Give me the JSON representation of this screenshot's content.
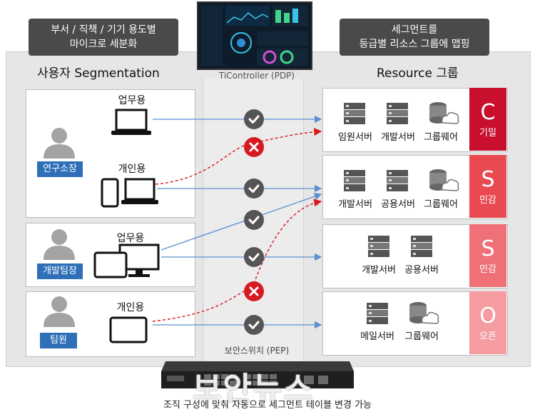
{
  "callouts": {
    "left": [
      "부서 / 직책 / 기기 용도별",
      "마이크로 세분화"
    ],
    "right": [
      "세그먼트를",
      "등급별 리소스 그룹에 맵핑"
    ]
  },
  "titles": {
    "left": "사용자 Segmentation",
    "right": "Resource 그룹",
    "pdp": "TiController (PDP)",
    "pep": "보안스위치 (PEP)"
  },
  "users": [
    {
      "role": "연구소장",
      "devices": [
        {
          "label": "업무용"
        },
        {
          "label": "개인용"
        }
      ]
    },
    {
      "role": "개발팀장",
      "devices": [
        {
          "label": "업무용"
        }
      ]
    },
    {
      "role": "팀원",
      "devices": [
        {
          "label": "개인용"
        }
      ]
    }
  ],
  "resources": [
    {
      "servers": [
        "임원서버",
        "개발서버",
        "그룹웨어"
      ],
      "grade": "C",
      "grade_label": "기밀",
      "color": "#c8102e"
    },
    {
      "servers": [
        "개발서버",
        "공용서버",
        "그룹웨어"
      ],
      "grade": "S",
      "grade_label": "민감",
      "color": "#e94a52"
    },
    {
      "servers": [
        "개발서버",
        "공용서버"
      ],
      "grade": "S",
      "grade_label": "민감",
      "color": "#ef7177"
    },
    {
      "servers": [
        "메일서버",
        "그룹웨어"
      ],
      "grade": "O",
      "grade_label": "오픈",
      "color": "#f49ca0"
    }
  ],
  "colors": {
    "role_badge": "#2e6fb7",
    "allow_line": "#5b8fd1",
    "deny_line": "#d71920"
  },
  "caption": "조직 구성에 맞춰 자동으로 세그먼트 테이블 변경 가능",
  "watermark": "보안뉴스"
}
